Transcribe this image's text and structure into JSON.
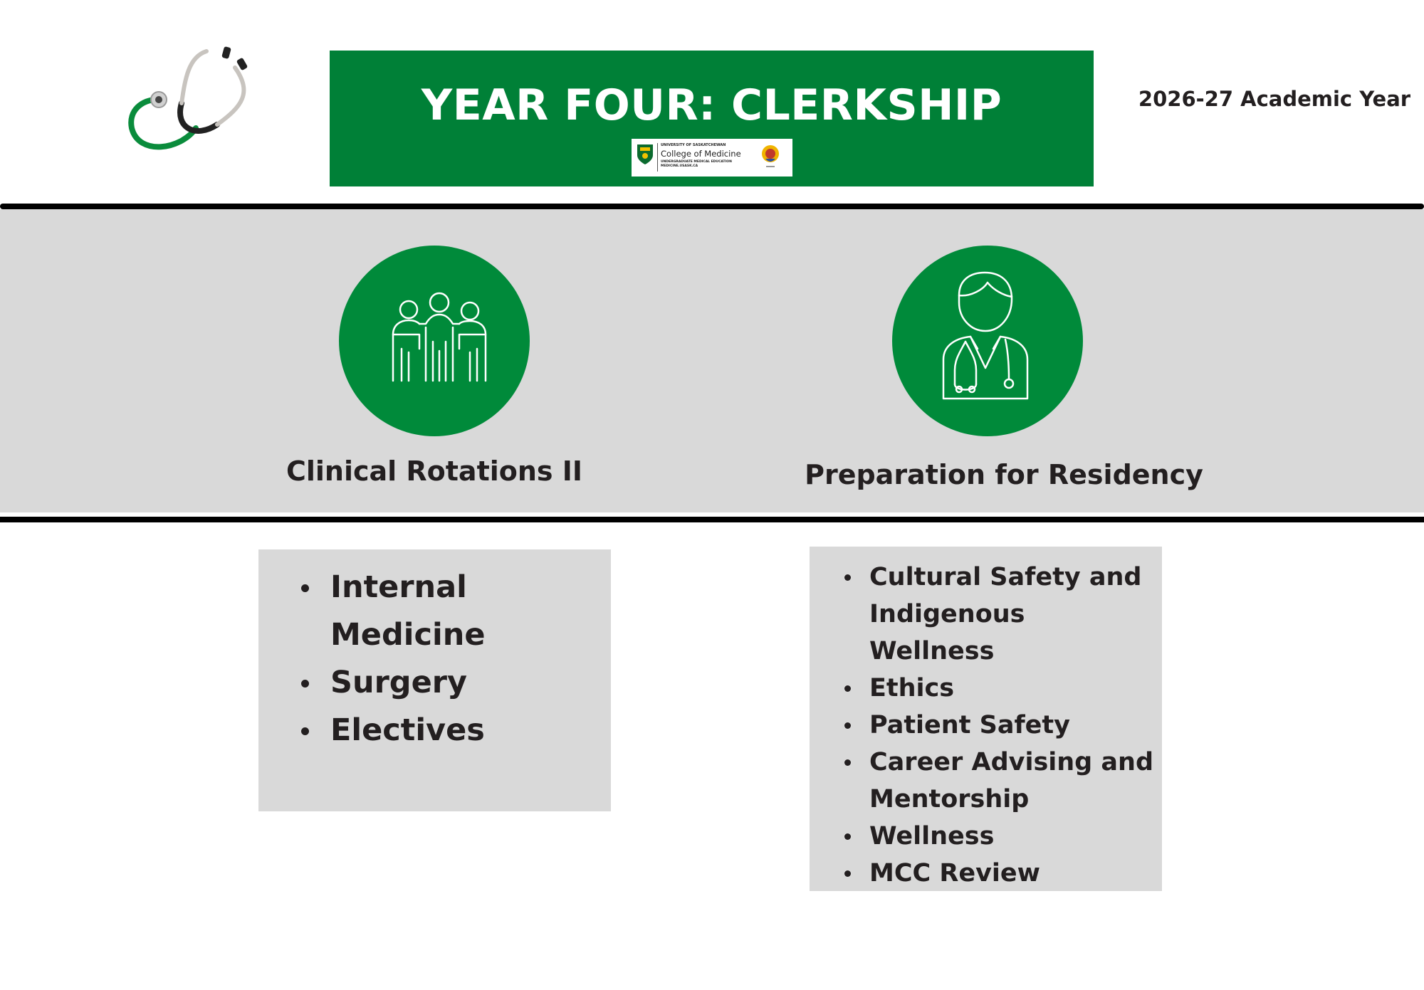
{
  "header": {
    "banner_title": "YEAR FOUR: CLERKSHIP",
    "academic_year": "2026-27 Academic Year",
    "logo": {
      "university": "UNIVERSITY OF SASKATCHEWAN",
      "college": "College of Medicine",
      "program": "UNDERGRADUATE MEDICAL EDUCATION",
      "url": "MEDICINE.USASK.CA"
    }
  },
  "pillars": [
    {
      "title": "Clinical Rotations II",
      "icon": "group-of-people-icon",
      "items": [
        "Internal Medicine",
        "Surgery",
        "Electives"
      ]
    },
    {
      "title": "Preparation for Residency",
      "icon": "doctor-icon",
      "items": [
        "Cultural Safety and Indigenous Wellness",
        "Ethics",
        "Patient Safety",
        "Career Advising and Mentorship",
        "Wellness",
        "MCC Review"
      ]
    }
  ],
  "colors": {
    "brand_green": "#008037",
    "circle_green": "#008a3a",
    "band_gray": "#d9d9d9",
    "text_dark": "#231f20"
  }
}
